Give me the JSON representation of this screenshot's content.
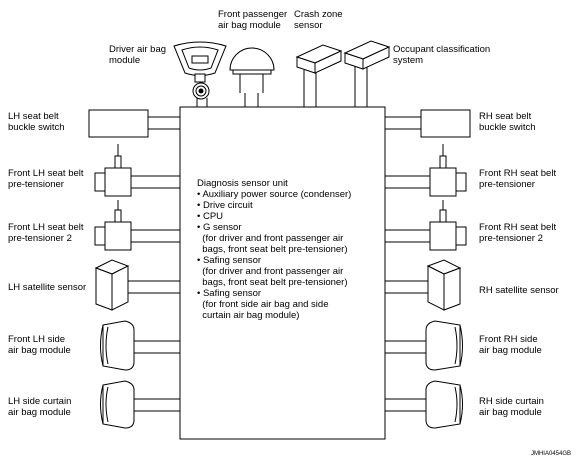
{
  "components": {
    "driver_airbag": "Driver air bag\nmodule",
    "front_passenger_airbag": "Front passenger\nair bag module",
    "crash_zone_sensor": "Crash zone\nsensor",
    "occupant_classification": "Occupant classification\nsystem",
    "lh_buckle": "LH seat belt\nbuckle switch",
    "rh_buckle": "RH seat belt\nbuckle switch",
    "front_lh_pretensioner": "Front LH seat belt\npre-tensioner",
    "front_rh_pretensioner": "Front RH seat belt\npre-tensioner",
    "front_lh_pretensioner2": "Front LH seat belt\npre-tensioner 2",
    "front_rh_pretensioner2": "Front RH seat belt\npre-tensioner 2",
    "lh_satellite": "LH satellite sensor",
    "rh_satellite": "RH satellite sensor",
    "front_lh_side_airbag": "Front LH side\nair bag module",
    "front_rh_side_airbag": "Front RH side\nair bag module",
    "lh_curtain": "LH side curtain\nair bag module",
    "rh_curtain": "RH side curtain\nair bag module"
  },
  "diagnosis_unit": {
    "title": "Diagnosis sensor unit",
    "lines": [
      "• Auxiliary power source (condenser)",
      "• Drive circuit",
      "• CPU",
      "• G sensor",
      "  (for driver and front passenger air",
      "  bags, front seat belt pre-tensioner)",
      "• Safing sensor",
      "  (for driver and front passenger air",
      "  bags, front seat belt pre-tensioner)",
      "• Safing sensor",
      "  (for front side air bag and side",
      "  curtain air bag module)"
    ]
  },
  "figure_code": "JMHIA0454GB"
}
